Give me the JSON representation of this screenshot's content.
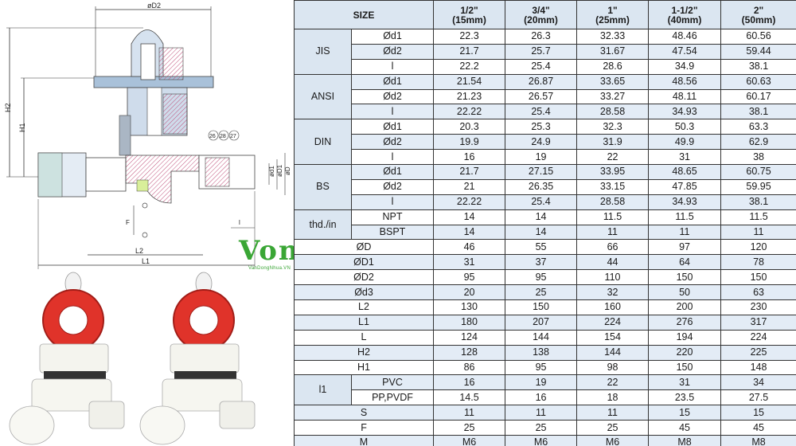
{
  "drawing": {
    "dim_top": "øD2",
    "dim_h2": "H2",
    "dim_h1": "H1",
    "dim_l1": "L1",
    "dim_l2": "L2",
    "dim_l": "l",
    "dim_f": "F",
    "dim_d": "øD",
    "dim_d1": "øD1",
    "dim_dl": "ød1",
    "parts": [
      "26",
      "28",
      "27"
    ]
  },
  "watermark": {
    "brand": "Von",
    "site": "VanDongNhua.VN"
  },
  "table": {
    "header": [
      "SIZE",
      "1/2\"\n(15mm)",
      "3/4\"\n(20mm)",
      "1\"\n(25mm)",
      "1-1/2\"\n(40mm)",
      "2\"\n(50mm)"
    ],
    "groups": [
      {
        "name": "JIS",
        "rows": [
          {
            "label": "Ød1",
            "values": [
              "22.3",
              "26.3",
              "32.33",
              "48.46",
              "60.56"
            ]
          },
          {
            "label": "Ød2",
            "values": [
              "21.7",
              "25.7",
              "31.67",
              "47.54",
              "59.44"
            ]
          },
          {
            "label": "l",
            "values": [
              "22.2",
              "25.4",
              "28.6",
              "34.9",
              "38.1"
            ]
          }
        ]
      },
      {
        "name": "ANSI",
        "rows": [
          {
            "label": "Ød1",
            "values": [
              "21.54",
              "26.87",
              "33.65",
              "48.56",
              "60.63"
            ]
          },
          {
            "label": "Ød2",
            "values": [
              "21.23",
              "26.57",
              "33.27",
              "48.11",
              "60.17"
            ]
          },
          {
            "label": "l",
            "values": [
              "22.22",
              "25.4",
              "28.58",
              "34.93",
              "38.1"
            ]
          }
        ]
      },
      {
        "name": "DIN",
        "rows": [
          {
            "label": "Ød1",
            "values": [
              "20.3",
              "25.3",
              "32.3",
              "50.3",
              "63.3"
            ]
          },
          {
            "label": "Ød2",
            "values": [
              "19.9",
              "24.9",
              "31.9",
              "49.9",
              "62.9"
            ]
          },
          {
            "label": "l",
            "values": [
              "16",
              "19",
              "22",
              "31",
              "38"
            ]
          }
        ]
      },
      {
        "name": "BS",
        "rows": [
          {
            "label": "Ød1",
            "values": [
              "21.7",
              "27.15",
              "33.95",
              "48.65",
              "60.75"
            ]
          },
          {
            "label": "Ød2",
            "values": [
              "21",
              "26.35",
              "33.15",
              "47.85",
              "59.95"
            ]
          },
          {
            "label": "l",
            "values": [
              "22.22",
              "25.4",
              "28.58",
              "34.93",
              "38.1"
            ]
          }
        ]
      },
      {
        "name": "thd./in",
        "rows": [
          {
            "label": "NPT",
            "values": [
              "14",
              "14",
              "11.5",
              "11.5",
              "11.5"
            ]
          },
          {
            "label": "BSPT",
            "values": [
              "14",
              "14",
              "11",
              "11",
              "11"
            ]
          }
        ]
      }
    ],
    "singles": [
      {
        "label": "ØD",
        "values": [
          "46",
          "55",
          "66",
          "97",
          "120"
        ]
      },
      {
        "label": "ØD1",
        "values": [
          "31",
          "37",
          "44",
          "64",
          "78"
        ]
      },
      {
        "label": "ØD2",
        "values": [
          "95",
          "95",
          "110",
          "150",
          "150"
        ]
      },
      {
        "label": "Ød3",
        "values": [
          "20",
          "25",
          "32",
          "50",
          "63"
        ]
      },
      {
        "label": "L2",
        "values": [
          "130",
          "150",
          "160",
          "200",
          "230"
        ]
      },
      {
        "label": "L1",
        "values": [
          "180",
          "207",
          "224",
          "276",
          "317"
        ]
      },
      {
        "label": "L",
        "values": [
          "124",
          "144",
          "154",
          "194",
          "224"
        ]
      },
      {
        "label": "H2",
        "values": [
          "128",
          "138",
          "144",
          "220",
          "225"
        ]
      },
      {
        "label": "H1",
        "values": [
          "86",
          "95",
          "98",
          "150",
          "148"
        ]
      }
    ],
    "group_l1": {
      "name": "l1",
      "rows": [
        {
          "label": "PVC",
          "values": [
            "16",
            "19",
            "22",
            "31",
            "34"
          ]
        },
        {
          "label": "PP,PVDF",
          "values": [
            "14.5",
            "16",
            "18",
            "23.5",
            "27.5"
          ]
        }
      ]
    },
    "tail": [
      {
        "label": "S",
        "values": [
          "11",
          "11",
          "11",
          "15",
          "15"
        ]
      },
      {
        "label": "F",
        "values": [
          "25",
          "25",
          "25",
          "45",
          "45"
        ]
      },
      {
        "label": "M",
        "values": [
          "M6",
          "M6",
          "M6",
          "M8",
          "M8"
        ]
      }
    ]
  }
}
